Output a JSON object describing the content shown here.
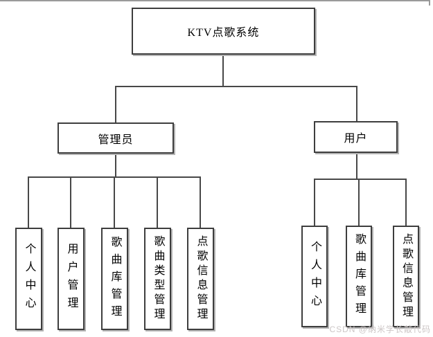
{
  "diagram": {
    "root": {
      "label": "KTV点歌系统"
    },
    "branches": [
      {
        "label": "管理员",
        "children": [
          "个人中心",
          "用户管理",
          "歌曲库管理",
          "歌曲类型管理",
          "点歌信息管理"
        ]
      },
      {
        "label": "用户",
        "children": [
          "个人中心",
          "歌曲库管理",
          "点歌信息管理"
        ]
      }
    ],
    "colors": {
      "line": "#474747",
      "box_border": "#3d3d3d",
      "box_fill": "#ffffff",
      "box_shadow": "#b3b3b3",
      "background": "#ffffff"
    }
  },
  "frame": {
    "top_bar_color": "#9a9a9a"
  },
  "watermark": {
    "text": "CSDN @纳米学长敲代码",
    "color": "#ccc6c6"
  }
}
